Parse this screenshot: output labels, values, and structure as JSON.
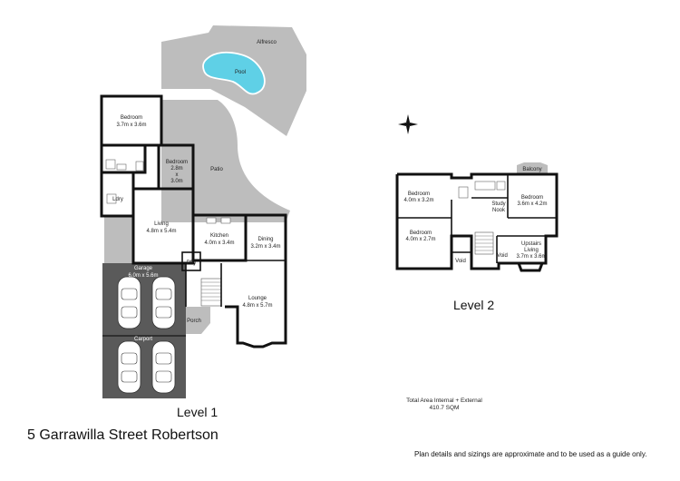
{
  "level1": {
    "title": "Level 1",
    "rooms": [
      {
        "id": "alfresco",
        "name": "Alfresco"
      },
      {
        "id": "pool",
        "name": "Pool"
      },
      {
        "id": "bedroom-1",
        "name": "Bedroom",
        "size": "3.7m x 3.6m"
      },
      {
        "id": "bedroom-2",
        "name": "Bedroom",
        "size_l1": "2.8m",
        "size_l2": "x",
        "size_l3": "3.0m"
      },
      {
        "id": "patio",
        "name": "Patio"
      },
      {
        "id": "laundry",
        "name": "Ldry"
      },
      {
        "id": "living",
        "name": "Living",
        "size": "4.8m x 5.4m"
      },
      {
        "id": "kitchen",
        "name": "Kitchen",
        "size": "4.0m x 3.4m"
      },
      {
        "id": "dining",
        "name": "Dining",
        "size": "3.2m x 3.4m"
      },
      {
        "id": "pantry",
        "name": "Pfry"
      },
      {
        "id": "garage",
        "name": "Garage",
        "size": "6.0m x 5.6m"
      },
      {
        "id": "lounge",
        "name": "Lounge",
        "size": "4.8m x 5.7m"
      },
      {
        "id": "porch",
        "name": "Porch"
      },
      {
        "id": "carport",
        "name": "Carport"
      }
    ]
  },
  "level2": {
    "title": "Level 2",
    "rooms": [
      {
        "id": "balcony",
        "name": "Balcony"
      },
      {
        "id": "bedroom-3",
        "name": "Bedroom",
        "size": "4.0m x 3.2m"
      },
      {
        "id": "study-nook",
        "name_l1": "Study",
        "name_l2": "Nook"
      },
      {
        "id": "bedroom-4",
        "name": "Bedroom",
        "size": "3.6m x 4.2m"
      },
      {
        "id": "bedroom-5",
        "name": "Bedroom",
        "size": "4.0m x 2.7m"
      },
      {
        "id": "upstairs-living",
        "name_l1": "Upstairs",
        "name_l2": "Living",
        "size": "3.7m x 3.6m"
      },
      {
        "id": "void-1",
        "name": "Void"
      },
      {
        "id": "void-2",
        "name": "Void"
      }
    ]
  },
  "area": {
    "line1": "Total Area Internal + External",
    "line2": "410.7 SQM"
  },
  "address": "5 Garrawilla Street Robertson",
  "disclaimer": "Plan details and sizings are approximate and to be used as a guide only.",
  "icons": {
    "compass": "compass-icon",
    "car": "car-icon"
  },
  "colors": {
    "outdoor": "#bdbdbd",
    "garage": "#5a5a5a",
    "pool": "#5fd0e6",
    "wall": "#111111"
  }
}
